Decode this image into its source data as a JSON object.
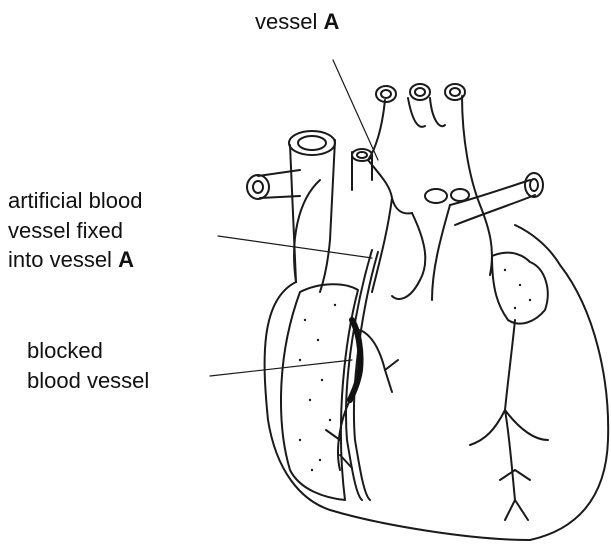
{
  "labels": {
    "vessel_a": {
      "text": "vessel ",
      "letter": "A"
    },
    "artificial": {
      "line1": "artificial blood",
      "line2": "vessel fixed",
      "line3_text": "into vessel ",
      "line3_letter": "A"
    },
    "blocked": {
      "line1": "blocked",
      "line2": "blood vessel"
    }
  }
}
